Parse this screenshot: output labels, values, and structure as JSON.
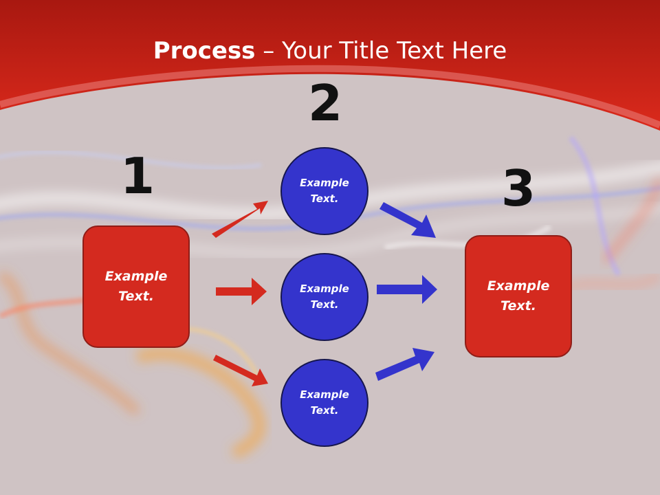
{
  "title": {
    "bold": "Process",
    "rest": " – Your Title Text Here"
  },
  "steps": {
    "one": "1",
    "two": "2",
    "three": "3"
  },
  "left_box": {
    "line1": "Example",
    "line2": "Text."
  },
  "right_box": {
    "line1": "Example",
    "line2": "Text."
  },
  "circles": [
    {
      "line1": "Example",
      "line2": "Text."
    },
    {
      "line1": "Example",
      "line2": "Text."
    },
    {
      "line1": "Example",
      "line2": "Text."
    }
  ],
  "colors": {
    "header_red": "#d42a1f",
    "box_red": "#d42a1f",
    "circle_blue": "#3434cc",
    "arrow_red": "#d42a1f",
    "arrow_blue": "#3434cc",
    "background": "#cfc3c4"
  }
}
